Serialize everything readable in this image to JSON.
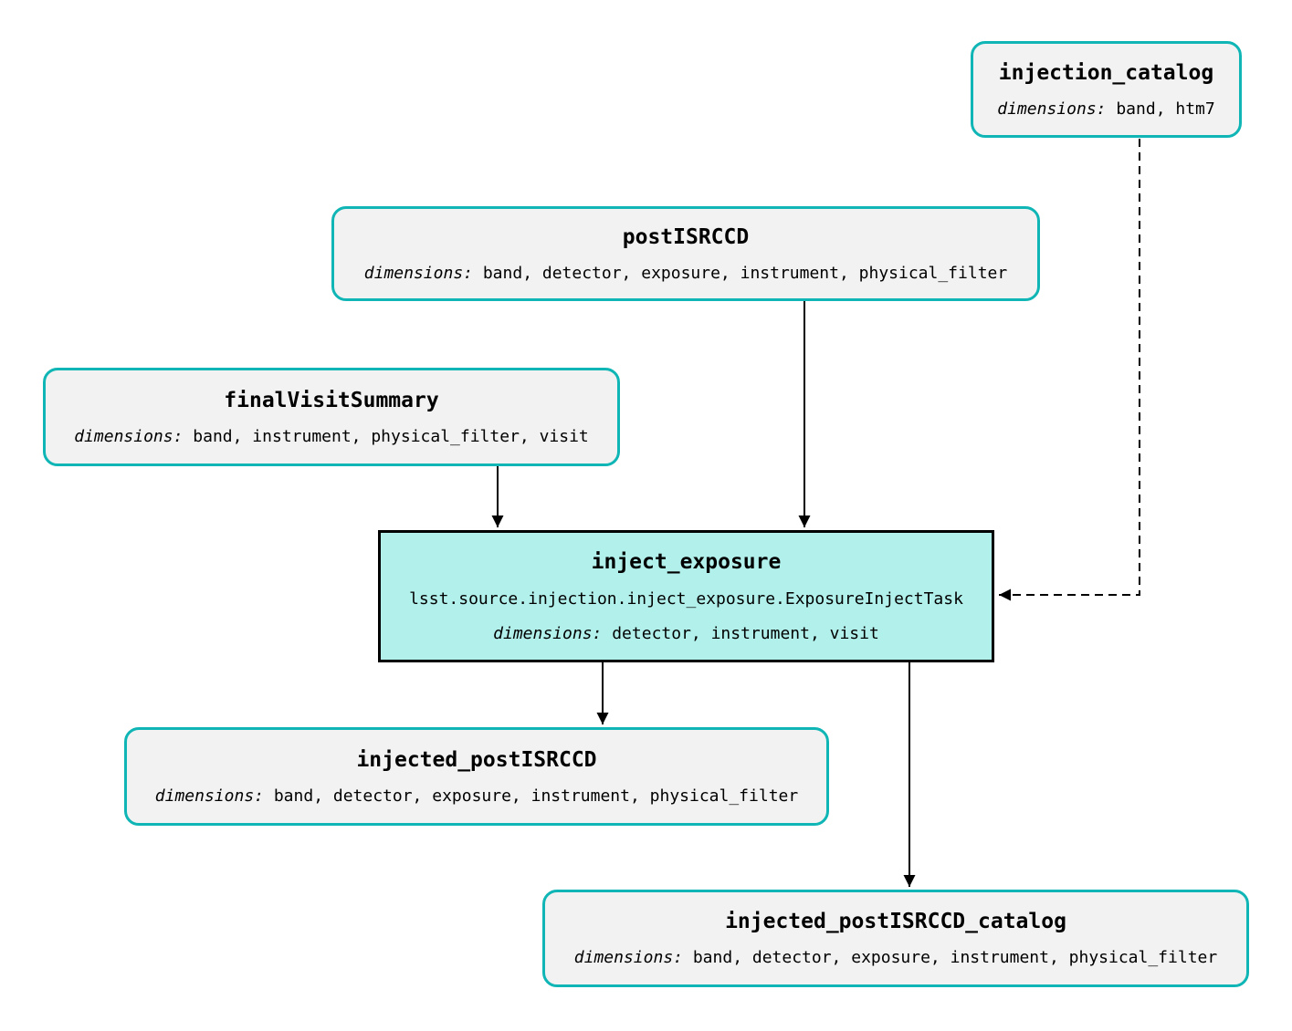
{
  "diagram": {
    "type": "pipeline-graph",
    "background": "#ffffff",
    "colors": {
      "dataset_border": "#10b5b5",
      "dataset_fill": "#f2f2f2",
      "task_fill": "#b2f0ec",
      "task_border": "#000000",
      "edge": "#000000",
      "text": "#000000"
    },
    "nodes": {
      "injection_catalog": {
        "type": "dataset",
        "title": "injection_catalog",
        "dimensions_label": "dimensions:",
        "dimensions": "band, htm7"
      },
      "postISRCCD": {
        "type": "dataset",
        "title": "postISRCCD",
        "dimensions_label": "dimensions:",
        "dimensions": "band, detector, exposure, instrument, physical_filter"
      },
      "finalVisitSummary": {
        "type": "dataset",
        "title": "finalVisitSummary",
        "dimensions_label": "dimensions:",
        "dimensions": "band, instrument, physical_filter, visit"
      },
      "inject_exposure": {
        "type": "task",
        "title": "inject_exposure",
        "task_class": "lsst.source.injection.inject_exposure.ExposureInjectTask",
        "dimensions_label": "dimensions:",
        "dimensions": "detector, instrument, visit"
      },
      "injected_postISRCCD": {
        "type": "dataset",
        "title": "injected_postISRCCD",
        "dimensions_label": "dimensions:",
        "dimensions": "band, detector, exposure, instrument, physical_filter"
      },
      "injected_postISRCCD_catalog": {
        "type": "dataset",
        "title": "injected_postISRCCD_catalog",
        "dimensions_label": "dimensions:",
        "dimensions": "band, detector, exposure, instrument, physical_filter"
      }
    },
    "edges": [
      {
        "from": "postISRCCD",
        "to": "inject_exposure",
        "style": "solid"
      },
      {
        "from": "finalVisitSummary",
        "to": "inject_exposure",
        "style": "solid"
      },
      {
        "from": "injection_catalog",
        "to": "inject_exposure",
        "style": "dashed"
      },
      {
        "from": "inject_exposure",
        "to": "injected_postISRCCD",
        "style": "solid"
      },
      {
        "from": "inject_exposure",
        "to": "injected_postISRCCD_catalog",
        "style": "solid"
      }
    ]
  }
}
